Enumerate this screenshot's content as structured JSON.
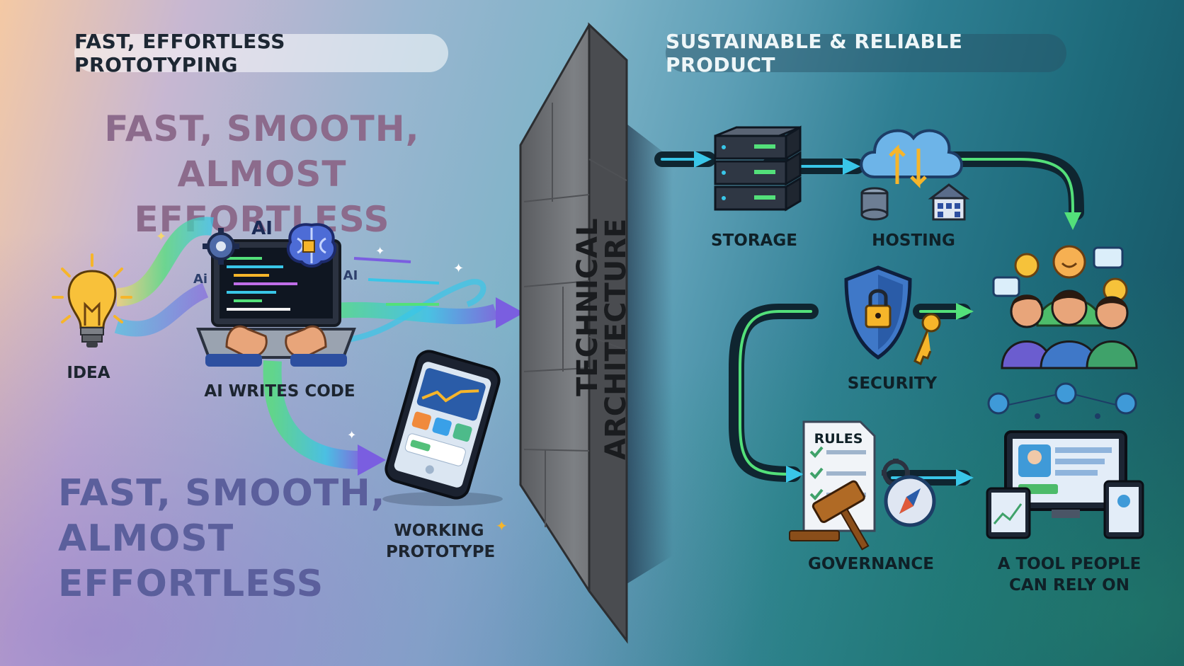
{
  "left_header": "FAST, EFFORTLESS PROTOTYPING",
  "right_header": "SUSTAINABLE & RELIABLE PRODUCT",
  "slogan_top": [
    "FAST, SMOOTH,",
    "ALMOST EFFORTLESS"
  ],
  "slogan_bottom": [
    "FAST, SMOOTH,",
    "ALMOST EFFORTLESS"
  ],
  "wall_label": [
    "TECHNICAL",
    "ARCHITECTURE"
  ],
  "left_nodes": {
    "idea": "IDEA",
    "ai_writes_code": "AI WRITES CODE",
    "ai_badge": "AI",
    "ai_side_left": "Ai",
    "ai_side_right": "AI",
    "working_prototype": [
      "WORKING",
      "PROTOTYPE"
    ]
  },
  "right_nodes": {
    "storage": "STORAGE",
    "hosting": "HOSTING",
    "security": "SECURITY",
    "governance": "GOVERNANCE",
    "rules_doc": "RULES",
    "tool": [
      "A TOOL PEOPLE",
      "CAN RELY ON"
    ]
  },
  "colors": {
    "accent_cyan": "#39c6e8",
    "accent_green": "#53e07a",
    "accent_purple": "#7a5ee0",
    "bulb": "#f6b52a",
    "wall": "#6d6f72"
  },
  "icons": [
    "lightbulb-icon",
    "laptop-icon",
    "brain-icon",
    "gear-icon",
    "phone-icon",
    "server-icon",
    "cloud-icon",
    "building-icon",
    "shield-icon",
    "key-icon",
    "people-icon",
    "gavel-icon",
    "compass-icon",
    "monitor-icon"
  ]
}
